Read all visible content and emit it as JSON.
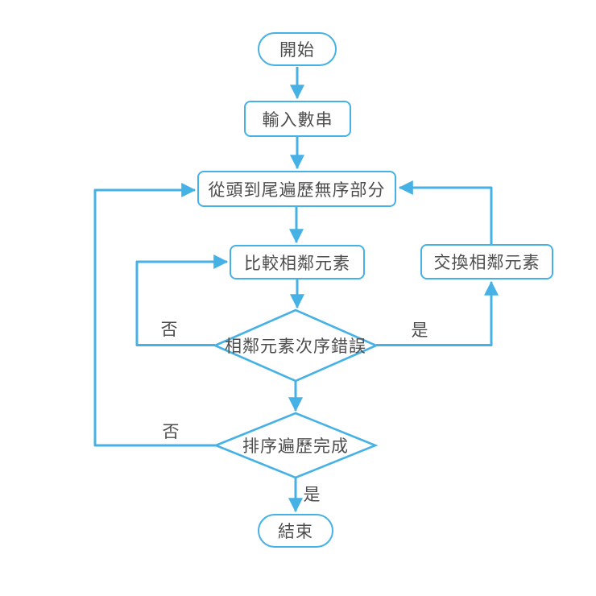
{
  "diagram": {
    "type": "flowchart",
    "language": "zh-Hant",
    "colors": {
      "line": "#45b1e5",
      "node_border": "#45b1e5",
      "text": "#4d4d4d",
      "background": "#ffffff"
    },
    "nodes": {
      "start": {
        "type": "terminator",
        "label": "開始"
      },
      "input": {
        "type": "process",
        "label": "輸入數串"
      },
      "traverse": {
        "type": "process",
        "label": "從頭到尾遍歷無序部分"
      },
      "compare": {
        "type": "process",
        "label": "比較相鄰元素"
      },
      "swap": {
        "type": "process",
        "label": "交換相鄰元素"
      },
      "decision_order": {
        "type": "decision",
        "label": "相鄰元素次序錯誤"
      },
      "decision_pass": {
        "type": "decision",
        "label": "排序遍歷完成"
      },
      "end": {
        "type": "terminator",
        "label": "結束"
      }
    },
    "edge_labels": {
      "order_no": "否",
      "order_yes": "是",
      "pass_no": "否",
      "pass_yes": "是"
    },
    "edges": [
      {
        "from": "start",
        "to": "input",
        "label": ""
      },
      {
        "from": "input",
        "to": "traverse",
        "label": ""
      },
      {
        "from": "traverse",
        "to": "compare",
        "label": ""
      },
      {
        "from": "compare",
        "to": "decision_order",
        "label": ""
      },
      {
        "from": "decision_order",
        "to": "compare",
        "label": "否"
      },
      {
        "from": "decision_order",
        "to": "swap",
        "label": "是"
      },
      {
        "from": "swap",
        "to": "traverse",
        "label": ""
      },
      {
        "from": "decision_order",
        "to": "decision_pass",
        "label": ""
      },
      {
        "from": "decision_pass",
        "to": "traverse",
        "label": "否"
      },
      {
        "from": "decision_pass",
        "to": "end",
        "label": "是"
      }
    ]
  }
}
